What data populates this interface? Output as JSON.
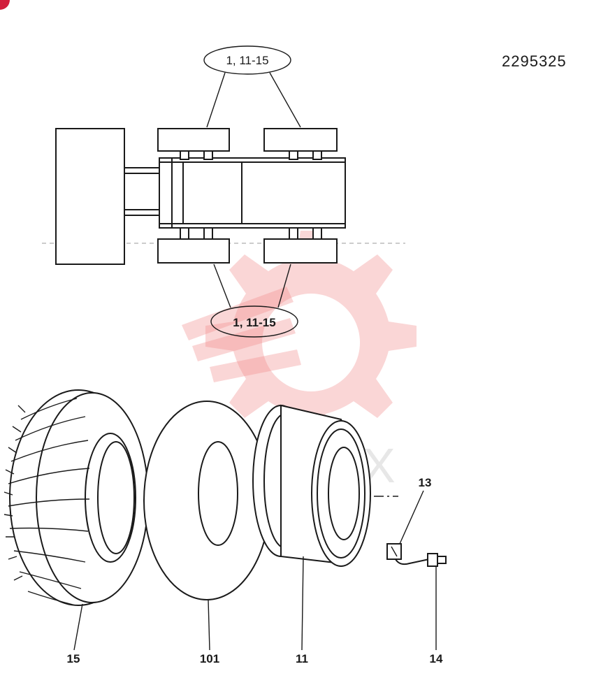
{
  "document": {
    "number": "2295325"
  },
  "callouts": {
    "top": "1, 11-15",
    "bottom": "1, 11-15"
  },
  "parts": [
    {
      "id": "15"
    },
    {
      "id": "101"
    },
    {
      "id": "11"
    },
    {
      "id": "13"
    },
    {
      "id": "14"
    }
  ],
  "watermark": {
    "text": "ИМТЕХ"
  },
  "colors": {
    "line": "#1a1a1a",
    "watermark": "#f08a8a",
    "corner_badge": "#d21e3c"
  }
}
